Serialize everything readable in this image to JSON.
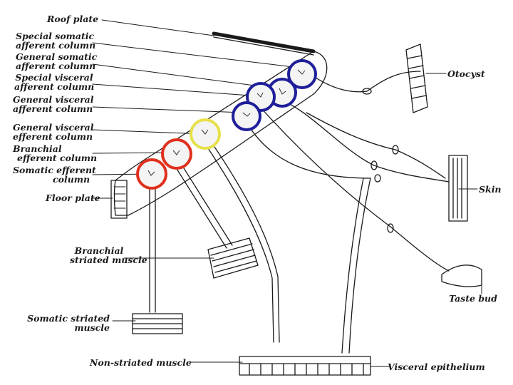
{
  "labels": {
    "roof_plate": "Roof plate",
    "ssa_1": "Special somatic",
    "ssa_2": "afferent column",
    "gsa_1": "General somatic",
    "gsa_2": "afferent column",
    "sva_1": "Special visceral",
    "sva_2": "afferent column",
    "gva_1": "General visceral",
    "gva_2": "afferent column",
    "gve_1": "General visceral",
    "gve_2": "efferent column",
    "be_1": "Branchial",
    "be_2": "efferent column",
    "se_1": "Somatic efferent",
    "se_2": "column",
    "floor_plate": "Floor plate",
    "branchial_muscle_1": "Branchial",
    "branchial_muscle_2": "striated muscle",
    "somatic_muscle_1": "Somatic striated",
    "somatic_muscle_2": "muscle",
    "nonstriated": "Non-striated muscle",
    "otocyst": "Otocyst",
    "skin": "Skin",
    "taste_bud": "Taste bud",
    "visceral_epithelium": "Visceral epithelium"
  },
  "colors": {
    "ink": "#1a1a1a",
    "afferent_circle": "#1f1f9a",
    "gve_circle": "#e6e04a",
    "efferent_circle": "#e0301e"
  }
}
